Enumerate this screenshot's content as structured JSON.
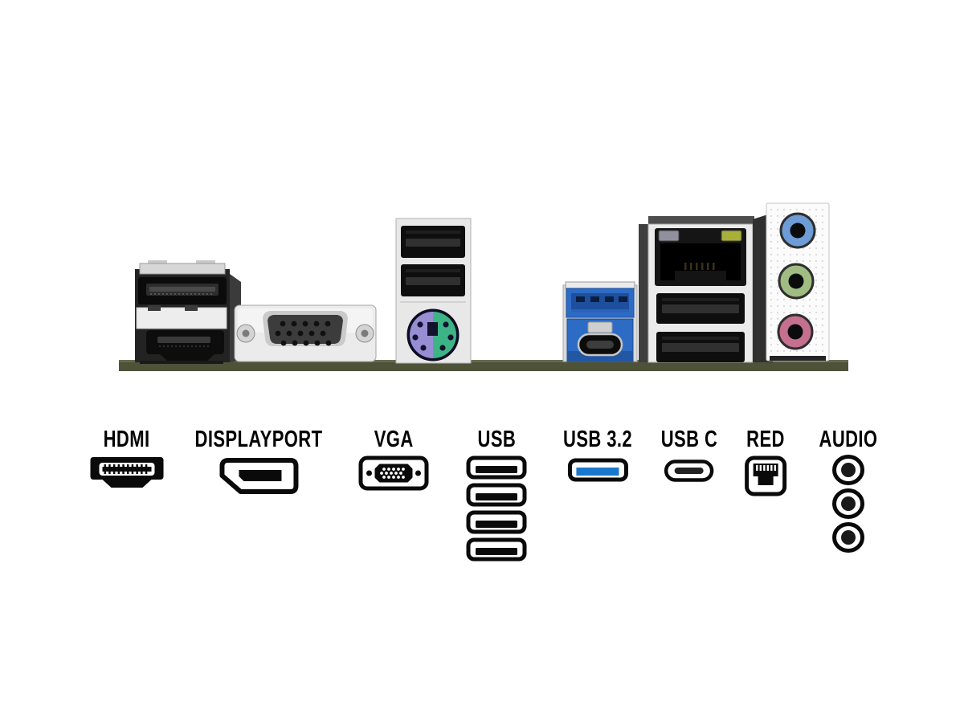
{
  "legend": {
    "items": [
      {
        "label": "HDMI"
      },
      {
        "label": "DISPLAYPORT"
      },
      {
        "label": "VGA"
      },
      {
        "label": "USB",
        "port_count": 4
      },
      {
        "label": "USB 3.2"
      },
      {
        "label": "USB C"
      },
      {
        "label": "RED"
      },
      {
        "label": "AUDIO",
        "jack_count": 3
      }
    ]
  },
  "colors": {
    "usb32_blue": "#1a78cc",
    "pcb_green": "#4e5238",
    "pcb_green_light": "#676b4e",
    "ps2_purple": "#968dd2",
    "ps2_green": "#3db485",
    "audio_blue_jack": "#6d9cd6",
    "audio_green_jack": "#a0bc82",
    "audio_pink_jack": "#c4708e",
    "usb32_port_blue": "#2d6cc5",
    "lan_led_left": "#90909e",
    "lan_led_right": "#a8b038"
  },
  "photo": {
    "ports": [
      "displayport",
      "hdmi",
      "vga",
      "usb-2.0-x2",
      "ps2-combo",
      "usb-3.2-type-a",
      "usb-type-c",
      "rj45-lan",
      "usb-2.0-x2",
      "audio-jacks-x3"
    ]
  }
}
